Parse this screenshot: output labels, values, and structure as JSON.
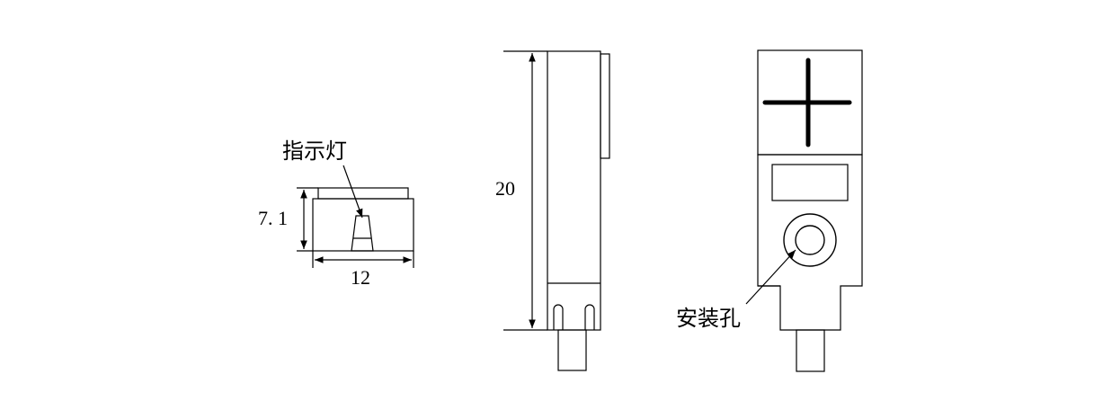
{
  "labels": {
    "indicator": "指示灯",
    "mount_hole": "安装孔"
  },
  "dimensions": {
    "height_top_view": "7. 1",
    "width_top_view": "12",
    "length_side_view": "20"
  },
  "colors": {
    "line": "#000000",
    "background": "#ffffff"
  },
  "icons": {
    "front_mark": "plus-icon"
  }
}
